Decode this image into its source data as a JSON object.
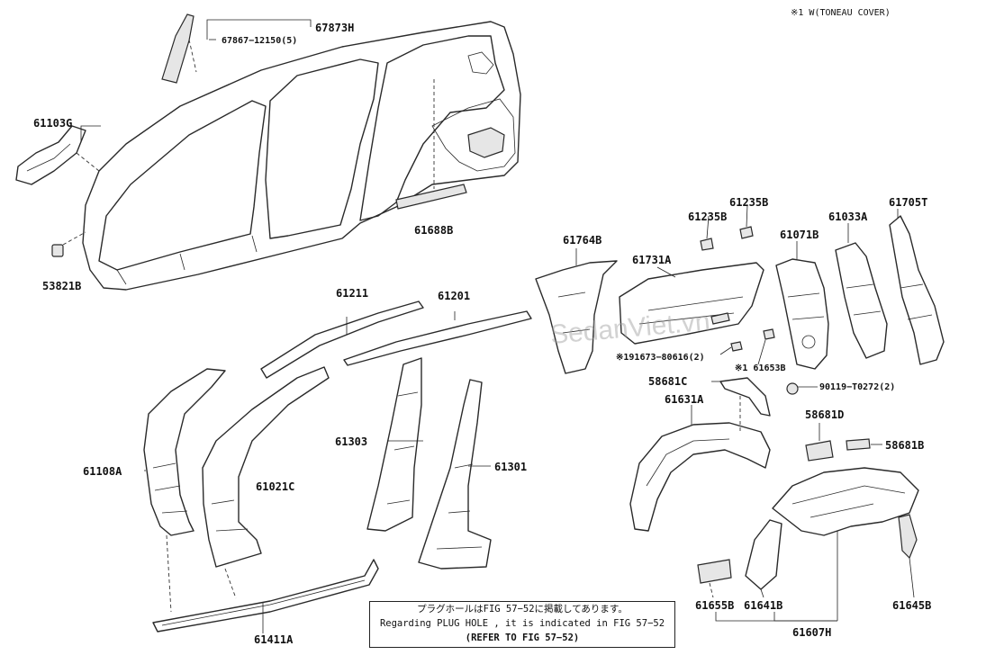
{
  "legend": "※1 W(TONEAU COVER)",
  "watermark": "SedanViet.vn",
  "note": {
    "line1": "プラグホールはFIG 57−52に掲載してあります。",
    "line2": "Regarding PLUG HOLE , it is indicated in FIG 57−52",
    "line3": "(REFER TO FIG 57−52)"
  },
  "labels": {
    "p67873H": "67873H",
    "p67867": "67867−12150(5)",
    "p61103G": "61103G",
    "p53821B": "53821B",
    "p61688B": "61688B",
    "p61211": "61211",
    "p61201": "61201",
    "p61764B": "61764B",
    "p61731A": "61731A",
    "p61235B_a": "61235B",
    "p61235B_b": "61235B",
    "p61071B": "61071B",
    "p61033A": "61033A",
    "p61705T": "61705T",
    "p191673": "※191673−80616(2)",
    "p61653B": "※1 61653B",
    "p90119": "90119−T0272(2)",
    "p58681C": "58681C",
    "p61631A": "61631A",
    "p58681D": "58681D",
    "p58681B": "58681B",
    "p61108A": "61108A",
    "p61021C": "61021C",
    "p61303": "61303",
    "p61301": "61301",
    "p61411A": "61411A",
    "p61655B": "61655B",
    "p61641B": "61641B",
    "p61645B": "61645B",
    "p61607H": "61607H"
  }
}
